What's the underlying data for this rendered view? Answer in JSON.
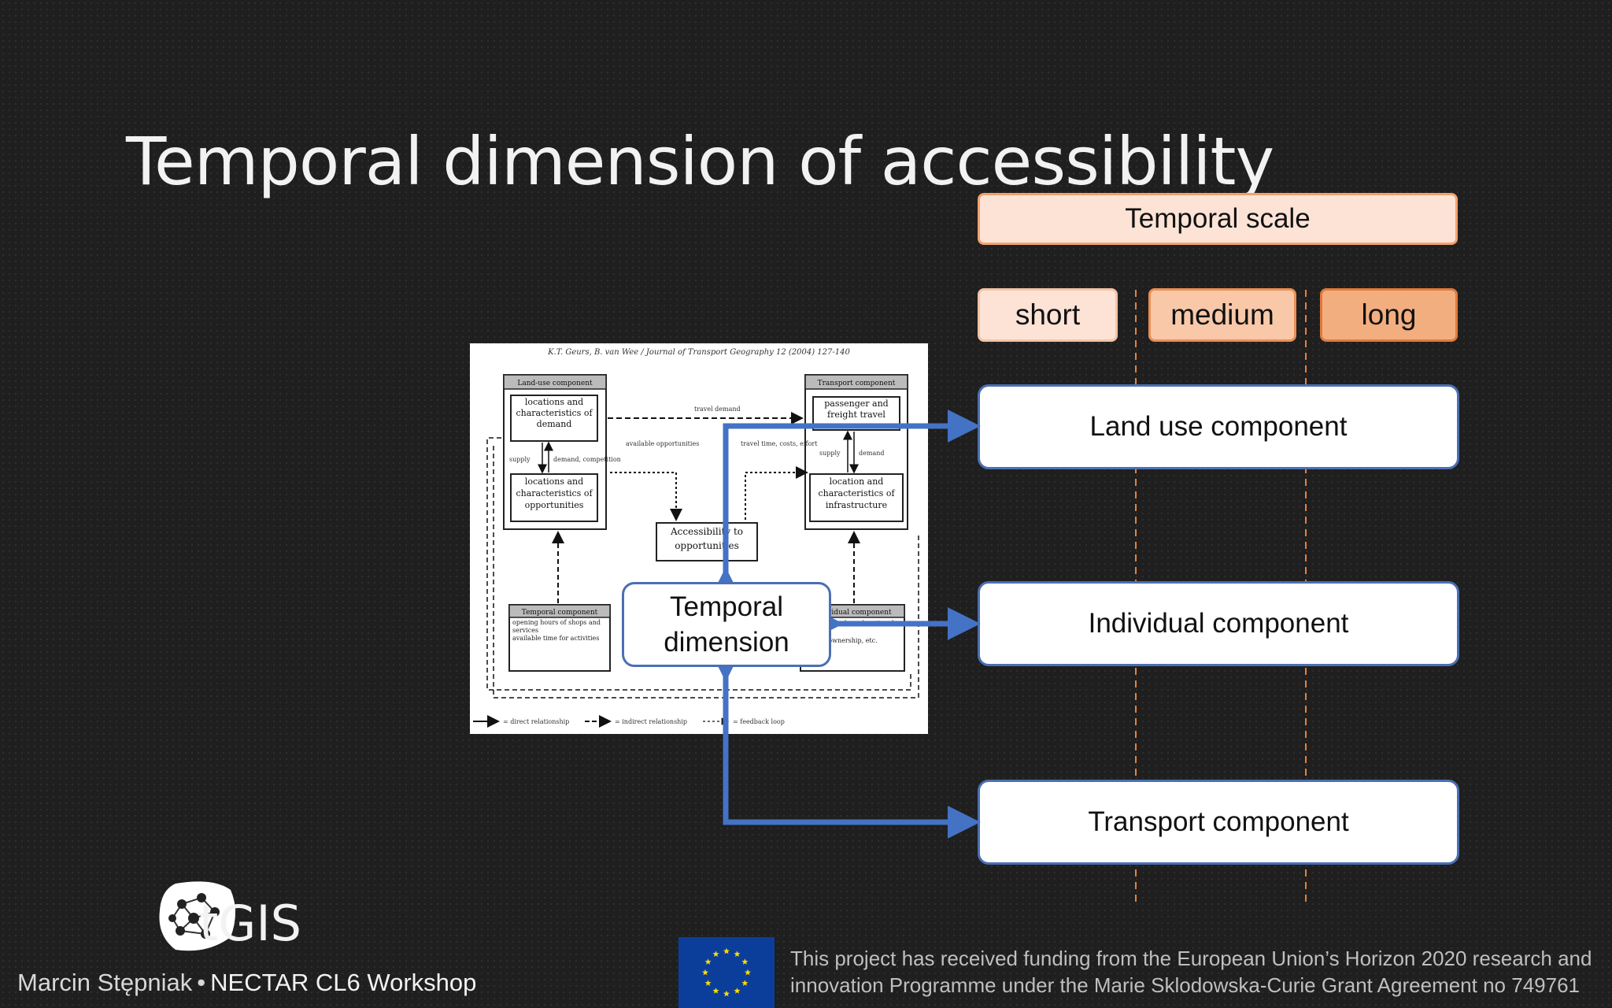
{
  "slide": {
    "title": "Temporal dimension of accessibility"
  },
  "temporal_scale": {
    "header": "Temporal scale",
    "terms": [
      "short",
      "medium",
      "long"
    ]
  },
  "components": {
    "land_use": "Land use component",
    "individual": "Individual component",
    "transport": "Transport component"
  },
  "center_node": {
    "line1": "Temporal",
    "line2": "dimension"
  },
  "paper_figure": {
    "citation": "K.T. Geurs, B. van Wee / Journal of Transport Geography 12 (2004) 127-140",
    "land_use_header": "Land-use component",
    "land_demand": "locations and characteristics of demand",
    "land_opportunities": "locations and characteristics of opportunities",
    "transport_header": "Transport component",
    "transport_passenger": "passenger and freight travel",
    "transport_infra": "location and characteristics of infrastructure",
    "accessibility": "Accessibility to opportunities",
    "temporal_header": "Temporal component",
    "temporal_items": [
      "opening hours of shops and services",
      "available time for activities"
    ],
    "individual_header": "Individual component",
    "individual_items": [
      "income, gender, educational level",
      "vehicle ownership, etc."
    ],
    "edge_travel_demand": "travel demand",
    "edge_supply": "supply",
    "edge_demand_competition": "demand, competition",
    "edge_available_opportunities": "available opportunities",
    "edge_travel_time": "travel time, costs, effort",
    "edge_supply_t": "supply",
    "edge_demand_t": "demand",
    "legend": [
      "= direct relationship",
      "= indirect relationship",
      "= feedback loop"
    ]
  },
  "footer": {
    "logo_text": "tGIS",
    "author": "Marcin Stępniak",
    "separator": "•",
    "event": "NECTAR CL6 Workshop",
    "funding_line1": "This project has received funding from the European Union’s Horizon 2020 research and",
    "funding_line2": "innovation Programme under the Marie Sklodowska-Curie Grant Agreement no 749761"
  },
  "colors": {
    "background": "#1f1f1f",
    "connector_blue": "#4472c4",
    "divider_orange": "#e8803a",
    "scale_light": "#fde3d6",
    "scale_mid": "#f8c8a8",
    "scale_dark": "#f3ae80"
  },
  "icons": [
    "network-logo-icon",
    "eu-flag-icon"
  ]
}
